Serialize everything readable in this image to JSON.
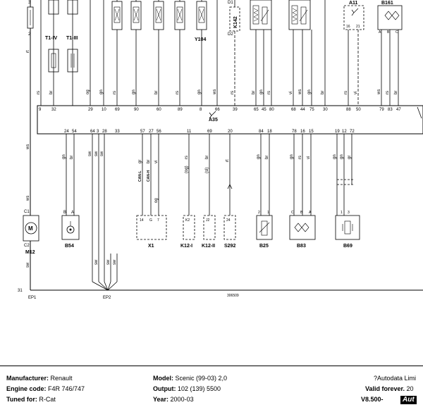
{
  "diagram": {
    "module": {
      "name": "A35",
      "top_pins": [
        "9",
        "32",
        "29",
        "10",
        "69",
        "90",
        "60",
        "89",
        "8",
        "66",
        "39",
        "65",
        "45",
        "80",
        "68",
        "44",
        "75",
        "30",
        "88",
        "50",
        "79",
        "83",
        "47"
      ],
      "bottom_pins": [
        "24",
        "54",
        "64",
        "3",
        "28",
        "33",
        "57",
        "27",
        "56",
        "11",
        "69",
        "20",
        "84",
        "18",
        "78",
        "16",
        "15",
        "19",
        "12",
        "72"
      ]
    },
    "top_wires": [
      "rs",
      "br",
      "og",
      "gn",
      "rs",
      "gn",
      "br",
      "rs",
      "gn",
      "ws",
      "rs",
      "br",
      "gn",
      "rs",
      "vi",
      "ws",
      "gn",
      "br",
      "rs",
      "vi",
      "ws",
      "rs",
      "br"
    ],
    "top_components": {
      "t1_iv": "T1-IV",
      "t1_iii": "T1-III",
      "y104": "Y104",
      "k142": "K142",
      "d1": "D1",
      "d2": "D2",
      "a11": "A11",
      "b161": "B161"
    },
    "bottom_wires": {
      "b54_a": "gn",
      "b54_b": "br",
      "ep2_1": "sw",
      "ep2_2": "sw",
      "ep2_3": "sw",
      "x1_1": "gr",
      "x1_2": "br",
      "x1_3": "vi",
      "can_l": "CAN-L",
      "can_h": "CAN-H",
      "x1_og": "og",
      "k12i": "rs",
      "k12ii": "br",
      "k12i_og": "(og)",
      "k12ii_sl": "(sl)",
      "s292": "rt",
      "b25_1": "gn",
      "b25_2": "br",
      "b83_1": "gn",
      "b83_2": "rs",
      "b83_3": "vi",
      "b69_1": "gn",
      "b69_2": "gn",
      "b69_3": "gr",
      "m12_top": "ws",
      "m12_top2": "ws",
      "m12_bot": "sw",
      "left_top": "rt",
      "ep2_low_1": "sw",
      "ep2_low_2": "sw",
      "ep2_low_3": "sw"
    },
    "bottom_components": {
      "m12": "M12",
      "b54": "B54",
      "x1": "X1",
      "k12i": "K12-I",
      "k12ii": "K12-II",
      "s292": "S292",
      "b25": "B25",
      "b83": "B83",
      "b69": "B69"
    },
    "connector_pins": {
      "c1": "C1",
      "c2": "C2",
      "b54_b": "B",
      "b54_a": "A",
      "x1_14": "14",
      "x1_g": "G",
      "x1_7": "7",
      "k12i": "K2",
      "k12ii": "J2",
      "s292": "24",
      "b25_2": "2",
      "b25_1": "1",
      "b83_c": "C",
      "b83_b": "B",
      "b83_a": "A",
      "b69_1": "1",
      "b69_3": "3",
      "a11_16": "16",
      "a11_21": "21",
      "b161_a": "A",
      "b161_b": "B",
      "b161_c": "C",
      "top_2": "2",
      "top_3": "3",
      "top_c": "C",
      "top_a": "A"
    },
    "ground": {
      "left_num": "31",
      "ep1": "EP1",
      "ep2": "EP2",
      "ref": "306509"
    }
  },
  "info": {
    "manufacturer_label": "Manufacturer:",
    "manufacturer": "Renault",
    "engine_label": "Engine code:",
    "engine": "F4R 746/747",
    "tuned_label": "Tuned for:",
    "tuned": "R-Cat",
    "model_label": "Model:",
    "model": "Scenic (99-03) 2,0",
    "output_label": "Output:",
    "output": "102 (139) 5500",
    "year_label": "Year:",
    "year": "2000-03",
    "copyright": "?Autodata Limi",
    "valid": "Valid forever.",
    "valid_num": "20",
    "version": "V8.500-",
    "brand": "Aut"
  }
}
